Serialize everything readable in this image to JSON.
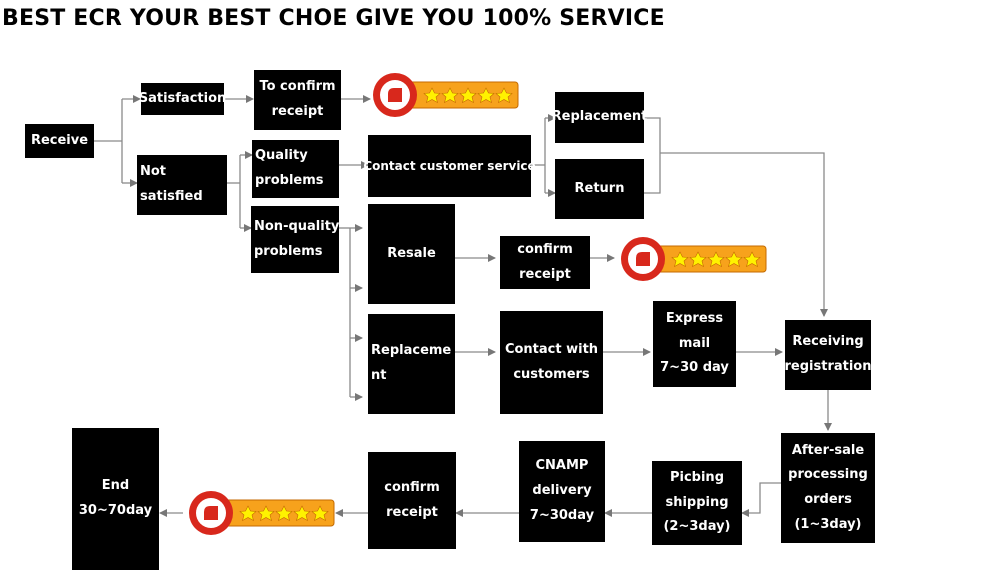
{
  "title": "BEST ECR YOUR BEST CHOE  GIVE YOU 100% SERVICE",
  "nodes": {
    "receive": [
      "Receive"
    ],
    "satisfaction": [
      "Satisfaction"
    ],
    "not_satisfied": [
      "Not",
      "satisfied"
    ],
    "to_confirm_receipt": [
      "To confirm",
      "receipt"
    ],
    "quality_problems": [
      "Quality",
      "problems"
    ],
    "non_quality_problems": [
      "Non-quality",
      "problems"
    ],
    "contact_customer_service": [
      "Contact customer service"
    ],
    "replacement_top": [
      "Replacement"
    ],
    "return": [
      "Return"
    ],
    "resale": [
      "Resale"
    ],
    "confirm_receipt_mid": [
      "confirm",
      "receipt"
    ],
    "replacement_mid": [
      "Replaceme",
      "nt"
    ],
    "contact_with_customers": [
      "Contact with",
      "customers"
    ],
    "express_mail": [
      "Express",
      "mail",
      "7~30 day"
    ],
    "receiving_registration": [
      "Receiving",
      "registration"
    ],
    "after_sale": [
      "After-sale",
      "processing",
      "orders",
      "(1~3day)"
    ],
    "picbing_shipping": [
      "Picbing",
      "shipping",
      "(2~3day)"
    ],
    "cnamp_delivery": [
      "CNAMP",
      "delivery",
      "7~30day"
    ],
    "confirm_receipt_bottom": [
      "confirm",
      "receipt"
    ],
    "end": [
      "End",
      "30~70day"
    ]
  },
  "badge_icon": "five-star-rating-badge",
  "colors": {
    "box": "#000000",
    "badge_bar": "#f7a21c",
    "badge_seal": "#d8281c",
    "star": "#fff200"
  }
}
